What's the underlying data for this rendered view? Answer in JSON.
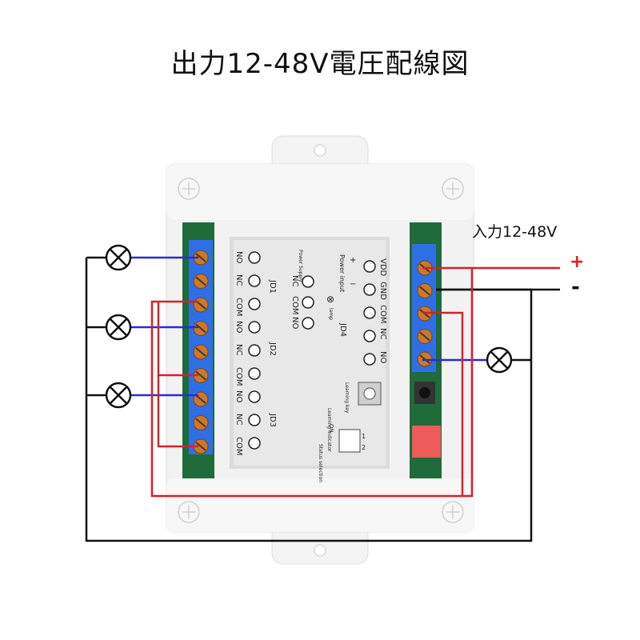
{
  "title": "出力12-48V電圧配線図",
  "input_label": "入力12-48V",
  "polarity": {
    "plus": "+",
    "minus": "-"
  },
  "colors": {
    "blue_wire": "#2b2bd6",
    "red_wire": "#d8202a",
    "black_wire": "#111111",
    "terminal_blue": "#2f6fe6",
    "pcb_green": "#1f6b3a",
    "case_white": "#f2f2f2",
    "dip_switch": "#ef5a5a"
  },
  "panel": {
    "left_terminals": [
      "NO",
      "NC",
      "COM",
      "NO",
      "NC",
      "COM",
      "NO",
      "NC",
      "COM"
    ],
    "relays": [
      "JD1",
      "JD2",
      "JD3",
      "JD4"
    ],
    "middle_terminals": [
      "NC",
      "COM",
      "NO"
    ],
    "power_supply": "Power Supply",
    "input_terminals": [
      "VDD",
      "GND"
    ],
    "power_input": "Power input",
    "plus": "+",
    "minus": "−",
    "jd4_terminals": [
      "COM",
      "NC",
      "NO"
    ],
    "lamp": "lamp",
    "learning_key": "Learning key",
    "learning_indicator": "Learning indicator",
    "status_selection": "Status selection",
    "switch_on": "ON",
    "switch_nums": [
      "1",
      "2"
    ]
  },
  "lamps": [
    "lamp-1",
    "lamp-2",
    "lamp-3",
    "lamp-4"
  ]
}
